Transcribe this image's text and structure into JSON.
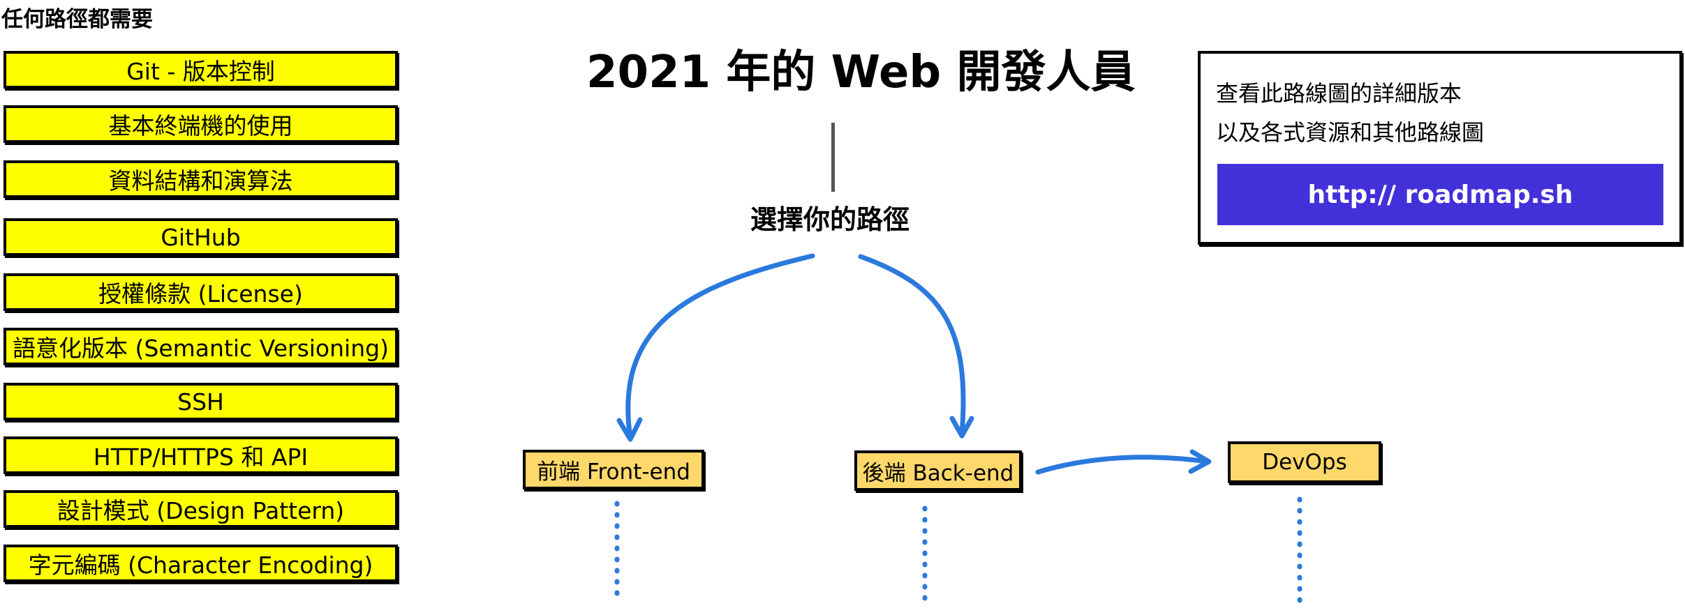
{
  "left_panel": {
    "title": "任何路徑都需要",
    "items": [
      "Git - 版本控制",
      "基本終端機的使用",
      "資料結構和演算法",
      "GitHub",
      "授權條款 (License)",
      "語意化版本 (Semantic Versioning)",
      "SSH",
      "HTTP/HTTPS 和 API",
      "設計模式 (Design Pattern)",
      "字元編碼 (Character Encoding)"
    ]
  },
  "diagram": {
    "title": "2021 年的 Web 開發人員",
    "prompt": "選擇你的路徑",
    "paths": {
      "frontend": "前端 Front-end",
      "backend": "後端 Back-end",
      "devops": "DevOps"
    }
  },
  "info_panel": {
    "line1": "查看此路線圖的詳細版本",
    "line2": "以及各式資源和其他路線圖",
    "link_label": "http:// roadmap.sh"
  },
  "colors": {
    "item_fill": "#ffff00",
    "node_fill": "#ffd86b",
    "arrow": "#2b79dd",
    "button": "#4231d9"
  }
}
